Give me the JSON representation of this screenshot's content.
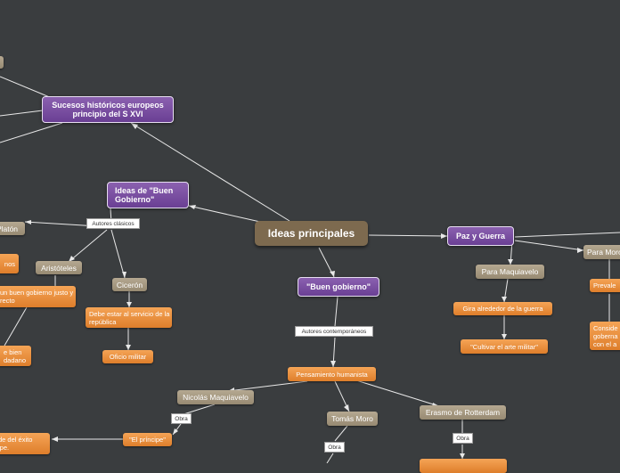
{
  "map": {
    "root": "Ideas principales",
    "sucesos": "Sucesos históricos europeos principio del S XVI",
    "ideas_buen_gobierno": "Ideas de \"Buen Gobierno\"",
    "autores_clasicos": "Autores clásicos",
    "platon": "Platón",
    "aristoteles": "Aristóteles",
    "ciceron": "Cicerón",
    "orange_cut_nos": "nos",
    "orange_buen_gobierno": "un buen gobierno justo y recto",
    "orange_bien_ciudadano": "e bien\ndadano",
    "debe_estar": "Debe estar al servicio de la república",
    "oficio_militar": "Oficio militar",
    "buen_gobierno": "\"Buen gobierno\"",
    "autores_contemporaneos": "Autores contemporáneos",
    "pensamiento_humanista": "Pensamiento humanista",
    "maquiavelo": "Nicolás Maquiavelo",
    "obra_1": "Obra",
    "el_principe": "\"El príncipe\"",
    "orange_exito": "de del éxito\nipe.",
    "tomas_moro": "Tomás Moro",
    "obra_2": "Obra",
    "erasmo": "Erasmo de Rotterdam",
    "obra_3": "Obra",
    "paz_guerra": "Paz y Guerra",
    "para_maquiavelo": "Para  Maquiavelo",
    "gira_guerra": "Gira alrededor de la guerra",
    "cultivar_arte": "\"Cultivar el arte militar\"",
    "para_moro": "Para Moro",
    "prevale": "Prevale",
    "considera": "Conside\ngoberna\ncon el a"
  }
}
